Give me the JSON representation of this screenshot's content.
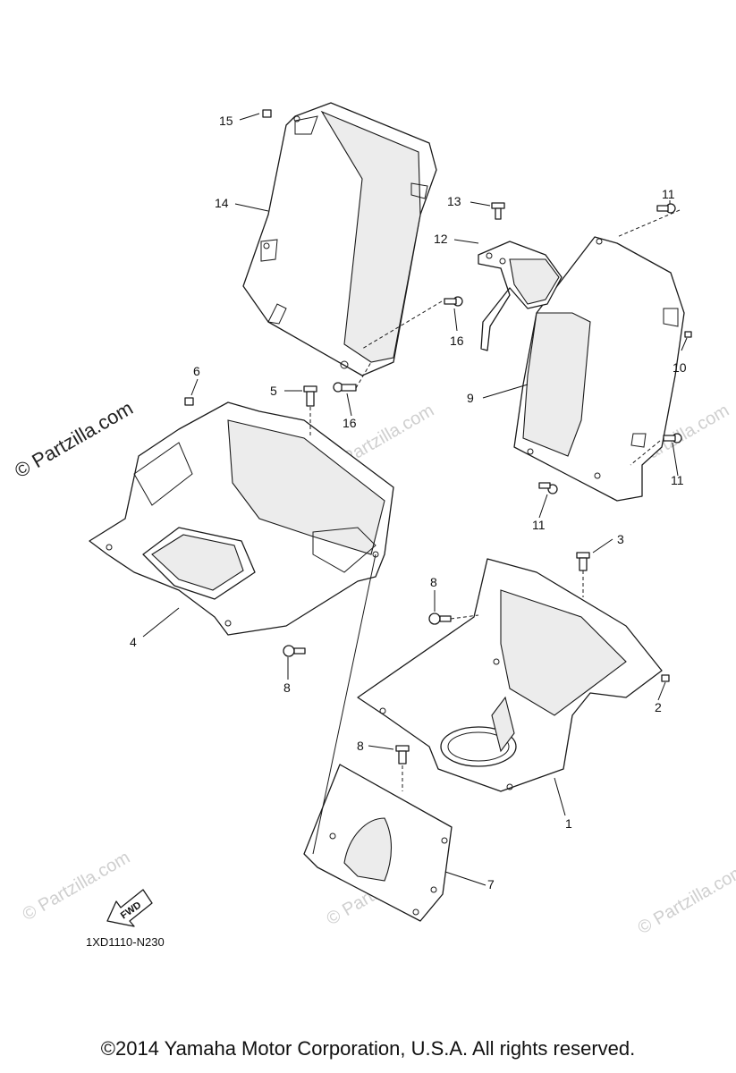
{
  "watermark": {
    "main": "© Partzilla.com",
    "faint": "© Partzilla.com"
  },
  "callouts": {
    "c1": "1",
    "c2": "2",
    "c3": "3",
    "c4": "4",
    "c5": "5",
    "c6": "6",
    "c7": "7",
    "c8a": "8",
    "c8b": "8",
    "c8c": "8",
    "c9": "9",
    "c10": "10",
    "c11a": "11",
    "c11b": "11",
    "c11c": "11",
    "c12": "12",
    "c13": "13",
    "c14": "14",
    "c15": "15",
    "c16a": "16",
    "c16b": "16"
  },
  "fwd_label": "FWD",
  "diagram_code": "1XD1110-N230",
  "copyright": "©2014  Yamaha Motor Corporation, U.S.A. All rights reserved."
}
